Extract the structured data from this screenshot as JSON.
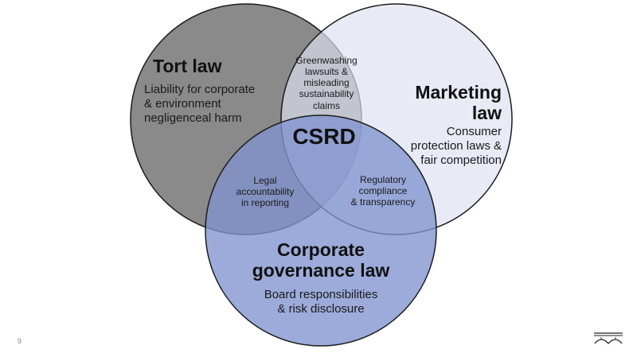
{
  "slide": {
    "page_number": "9"
  },
  "colors": {
    "tort": "#7a7a7a",
    "marketing": "#dde2f2",
    "governance": "#8093cf",
    "outline": "#1b1b1b"
  },
  "circles": {
    "tort": {
      "title": "Tort law",
      "description": "Liability for corporate\n& environment\nnegligenceal harm"
    },
    "marketing": {
      "title": "Marketing\nlaw",
      "description": "Consumer\nprotection laws &\nfair competition"
    },
    "governance": {
      "title": "Corporate\ngovernance law",
      "description": "Board responsibilities\n& risk disclosure"
    }
  },
  "overlaps": {
    "tort_marketing": "Greenwashing\nlawsuits &\nmisleading\nsustainability\nclaims",
    "tort_governance": "Legal\naccountability\nin reporting",
    "marketing_governance": "Regulatory\ncompliance\n& transparency",
    "center": "CSRD"
  },
  "logo_icon": "bridge-logo-icon"
}
